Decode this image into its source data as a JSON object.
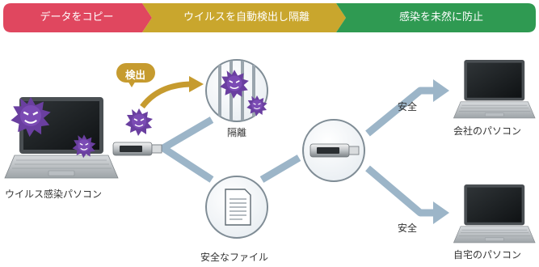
{
  "steps": [
    {
      "label": "データをコピー",
      "color": "#e0475f"
    },
    {
      "label": "ウイルスを自動検出し隔離",
      "color": "#c9a62d"
    },
    {
      "label": "感染を未然に防止",
      "color": "#2f9a52"
    }
  ],
  "labels": {
    "infected_pc": "ウイルス感染パソコン",
    "detect_badge": "検出",
    "quarantine": "隔離",
    "safe_file": "安全なファイル",
    "safe_top": "安全",
    "safe_bottom": "安全",
    "company_pc": "会社のパソコン",
    "home_pc": "自宅のパソコン"
  },
  "colors": {
    "flow": "#9cb5c8",
    "virus": "#6a3fa0",
    "badge": "#c69b2f"
  }
}
